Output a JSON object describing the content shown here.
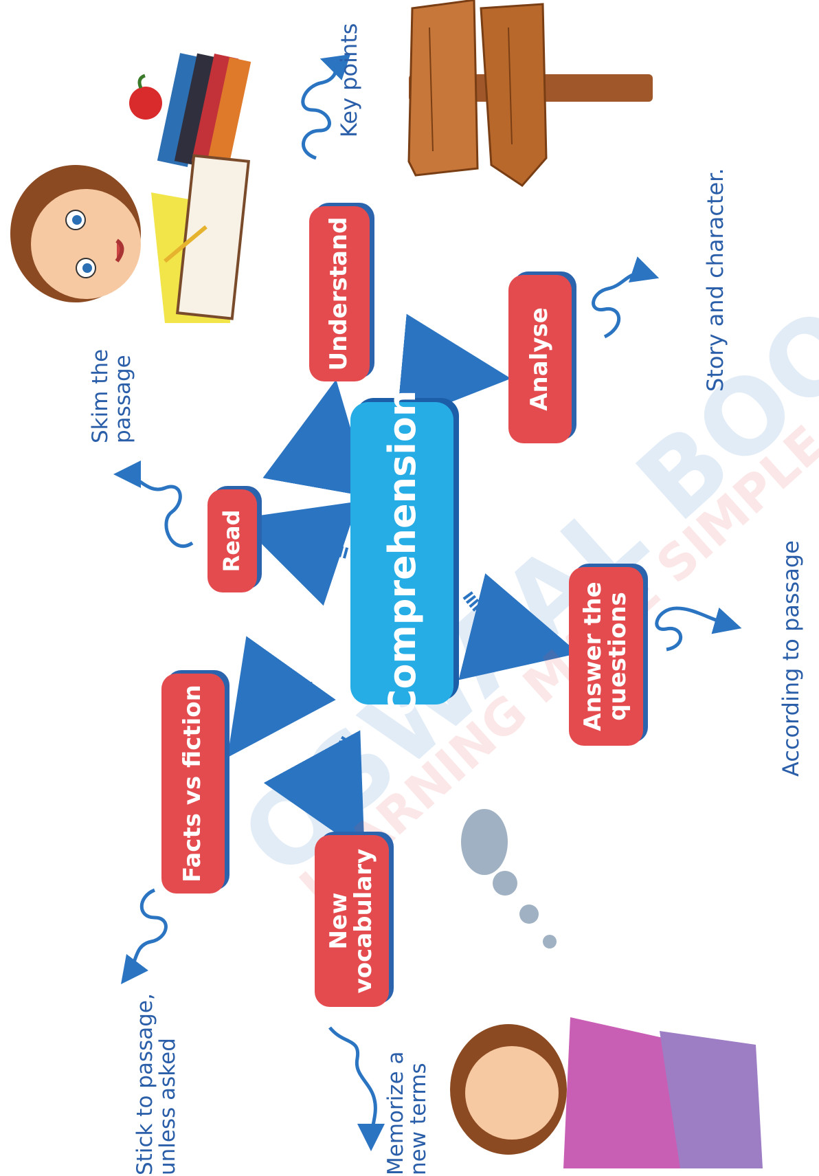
{
  "hub": {
    "label": "Comprehension"
  },
  "nodes": {
    "read": "Read",
    "understand": "Understand",
    "analyse": "Analyse",
    "answer_line1": "Answer the",
    "answer_line2": "questions",
    "facts": "Facts vs fiction",
    "vocab_line1": "New",
    "vocab_line2": "vocabulary"
  },
  "notes": {
    "skim_line1": "Skim the",
    "skim_line2": "passage",
    "key_points": "Key points",
    "story": "Story and character.",
    "according": "According to passage",
    "stick_line1": "Stick to passage,",
    "stick_line2": "unless asked",
    "memorize_line1": "Memorize a",
    "memorize_line2": "new terms"
  },
  "watermark": {
    "line1": "OSWAAL BOOKS",
    "line2": "LEARNING MADE SIMPLE"
  },
  "colors": {
    "hub": "#27ade6",
    "node": "#e44b4f",
    "shadow": "#2b63ad",
    "arrow": "#2a74c2",
    "note_text": "#2a5ea8"
  }
}
